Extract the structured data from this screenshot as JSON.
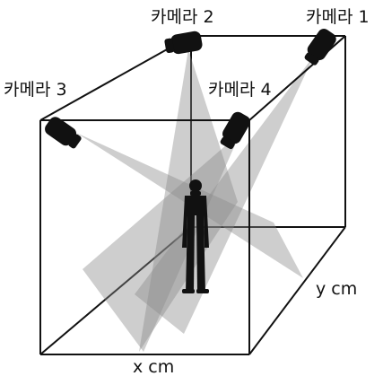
{
  "labels": {
    "camera_1": "카메라 1",
    "camera_2": "카메라 2",
    "camera_3": "카메라 3",
    "camera_4": "카메라 4",
    "x_dimension": "x cm",
    "y_dimension": "y cm"
  },
  "colors": {
    "edges": "#111111",
    "beam": "#8a8a8a",
    "camera": "#111111",
    "person": "#111111",
    "background": "#ffffff"
  },
  "icons": [
    "camera-icon",
    "person-icon"
  ]
}
